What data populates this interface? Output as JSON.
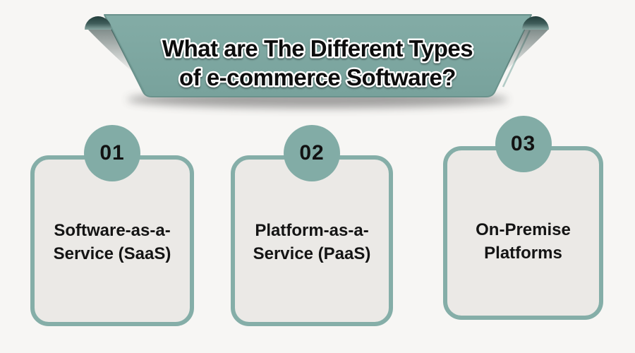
{
  "colors": {
    "background": "#f7f6f4",
    "ribbon_teal": "#81aaa4",
    "ribbon_teal_dark": "#223d3b",
    "ribbon_edge": "#6a928c",
    "card_fill": "#ebe9e6",
    "card_border": "#85aea8",
    "badge_teal": "#82aca6",
    "text_black": "#141414",
    "title_outline": "#ffffff"
  },
  "banner": {
    "title_line1": "What are The Different Types",
    "title_line2": "of e-commerce Software?"
  },
  "cards": [
    {
      "number": "01",
      "label_line1": "Software-as-a-",
      "label_line2": "Service (SaaS)"
    },
    {
      "number": "02",
      "label_line1": "Platform-as-a-",
      "label_line2": "Service (PaaS)"
    },
    {
      "number": "03",
      "label_line1": "On-Premise",
      "label_line2": "Platforms"
    }
  ]
}
